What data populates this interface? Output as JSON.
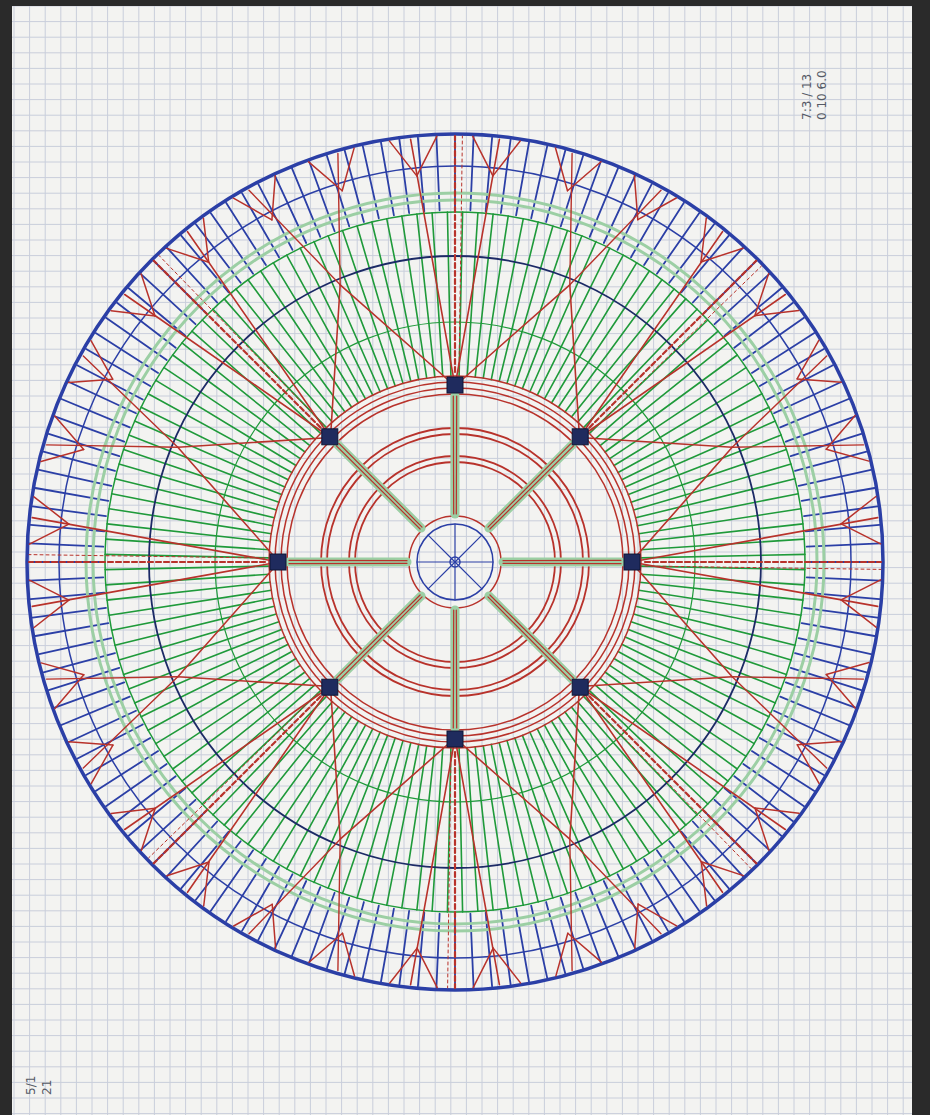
{
  "diagram": {
    "labels": [
      "7:3 / 13",
      "0 10 6.0",
      "5/1",
      "21"
    ]
  }
}
